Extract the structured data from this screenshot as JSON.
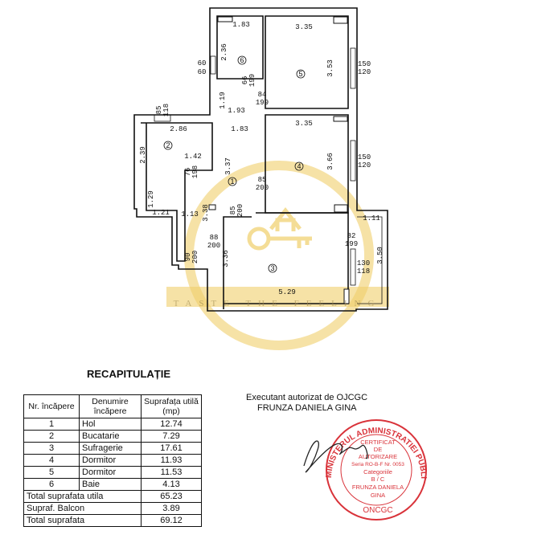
{
  "plan": {
    "rooms": [
      "1",
      "2",
      "3",
      "4",
      "5",
      "6"
    ],
    "dims": {
      "r6_w": "1.83",
      "r5_w": "3.35",
      "r6_h": "2.36",
      "r5_h": "3.53",
      "win_w": "60",
      "win_w2": "60",
      "win5_a": "150",
      "win5_b": "120",
      "door6_a": "66",
      "door6_b": "199",
      "door5_a": "84",
      "door5_b": "199",
      "hall_h": "1.19",
      "hall_w": "1.93",
      "win2_a": "85",
      "win2_b": "118",
      "r2_w": "2.86",
      "hall_w2": "1.83",
      "r4_w": "3.35",
      "win4_a": "150",
      "win4_b": "120",
      "r2_h": "2.39",
      "r2_step": "1.42",
      "door2_a": "76",
      "door2_b": "198",
      "r1_h": "3.37",
      "r4_h": "3.66",
      "door4_a": "85",
      "door4_b": "200",
      "r2_h2": "1.29",
      "r2_w2": "1.21",
      "w113": "1.13",
      "h338": "3.38",
      "door3_a": "85",
      "door3_b": "200",
      "balc_w": "1.11",
      "door_in_a": "88",
      "door_in_b": "200",
      "balc_door_a": "82",
      "balc_door_b": "199",
      "door90_a": "90",
      "door90_b": "200",
      "r3_h": "3.36",
      "win3_a": "130",
      "win3_b": "118",
      "balc_h": "3.50",
      "r3_w": "5.29"
    }
  },
  "watermark": {
    "text": "TASTE THE FEELING",
    "color": "#f0cf6a"
  },
  "summary": {
    "title": "RECAPITULAȚIE",
    "headers": [
      "Nr. încăpere",
      "Denumire încăpere",
      "Suprafața utilă (mp)"
    ],
    "rows": [
      {
        "nr": "1",
        "name": "Hol",
        "area": "12.74"
      },
      {
        "nr": "2",
        "name": "Bucatarie",
        "area": "7.29"
      },
      {
        "nr": "3",
        "name": "Sufragerie",
        "area": "17.61"
      },
      {
        "nr": "4",
        "name": "Dormitor",
        "area": "11.93"
      },
      {
        "nr": "5",
        "name": "Dormitor",
        "area": "11.53"
      },
      {
        "nr": "6",
        "name": "Baie",
        "area": "4.13"
      }
    ],
    "totals": [
      {
        "label": "Total suprafata utila",
        "area": "65.23"
      },
      {
        "label": "Supraf. Balcon",
        "area": "3.89"
      },
      {
        "label": "Total suprafata",
        "area": "69.12"
      }
    ]
  },
  "executant": {
    "line1": "Executant autorizat de OJCGC",
    "line2": "FRUNZA DANIELA GINA"
  },
  "stamp": {
    "ring": "MINISTERUL ADMINISTRATIEI PUBLICE",
    "lines": [
      "CERTIFICAT",
      "DE",
      "AUTORIZARE",
      "Seria RO-B-F Nr. 0053",
      "Categoriile",
      "B / C",
      "FRUNZA DANIELA",
      "GINA"
    ],
    "bottom": "ONCGC",
    "color": "#d9333a"
  }
}
